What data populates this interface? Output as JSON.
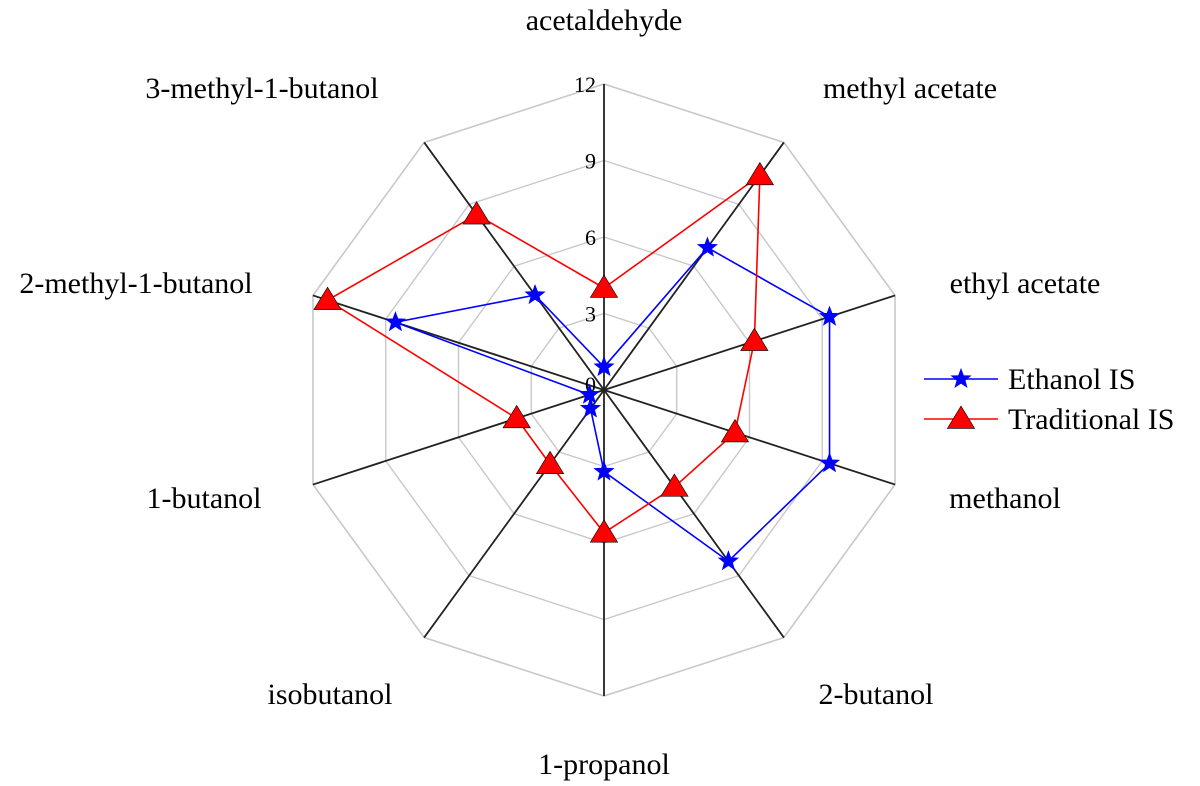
{
  "chart_data": {
    "type": "radar",
    "axes": [
      "acetaldehyde",
      "methyl acetate",
      "ethyl acetate",
      "methanol",
      "2-butanol",
      "1-propanol",
      "isobutanol",
      "1-butanol",
      "2-methyl-1-butanol",
      "3-methyl-1-butanol"
    ],
    "rlim": [
      0,
      12
    ],
    "ticks": [
      "0",
      "3",
      "6",
      "9",
      "12"
    ],
    "tick_values": [
      0,
      3,
      6,
      9,
      12
    ],
    "grid": true,
    "legend_position": "right",
    "series": [
      {
        "name": "Ethanol IS",
        "color": "#0000ff",
        "marker": "star",
        "values": [
          0.9,
          6.9,
          9.3,
          9.3,
          8.3,
          3.2,
          0.9,
          0.6,
          8.6,
          4.6
        ]
      },
      {
        "name": "Traditional IS",
        "color": "#ff0000",
        "marker": "triangle",
        "values": [
          4.0,
          10.4,
          6.2,
          5.4,
          4.7,
          5.6,
          3.6,
          3.6,
          11.4,
          8.5
        ]
      }
    ]
  }
}
